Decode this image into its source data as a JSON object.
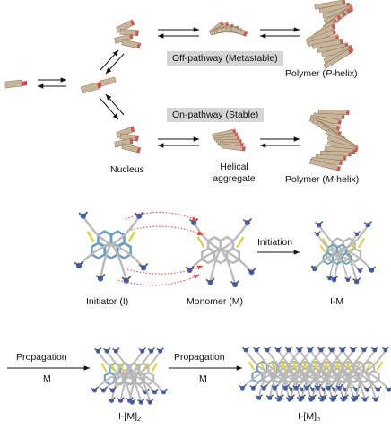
{
  "top": {
    "off_pathway_label": "Off-pathway (Metastable)",
    "on_pathway_label": "On-pathway (Stable)",
    "polymer_p_label": {
      "prefix": "Polymer (",
      "italic": "P",
      "suffix": "-helix)"
    },
    "polymer_m_label": {
      "prefix": "Polymer (",
      "italic": "M",
      "suffix": "-helix)"
    },
    "nucleus_label": "Nucleus",
    "helical_aggregate_label": [
      "Helical",
      "aggregate"
    ]
  },
  "middle": {
    "initiator_label": "Initiator (I)",
    "monomer_label": "Monomer (M)",
    "initiation_label": "Initiation",
    "im_label": "I-M"
  },
  "bottom": {
    "propagation_1": {
      "top": "Propagation",
      "bottom": "M"
    },
    "propagation_2": {
      "top": "Propagation",
      "bottom": "M"
    },
    "im2_label": {
      "text": "I-[M]",
      "sub": "2"
    },
    "imn_label": {
      "text": "I-[M]",
      "sub": "n"
    }
  },
  "colors": {
    "sheet": "#c8b49a",
    "sheet_edge": "#8a7456",
    "accent_red": "#d8434a",
    "dotted_arrow": "#e8453c",
    "pill_bg": "#d6d6d6",
    "core_blue": "#6e9fbf",
    "core_yellow": "#d8d23a",
    "core_gray": "#b9b9b9",
    "nitrogen": "#3a5fcf"
  }
}
